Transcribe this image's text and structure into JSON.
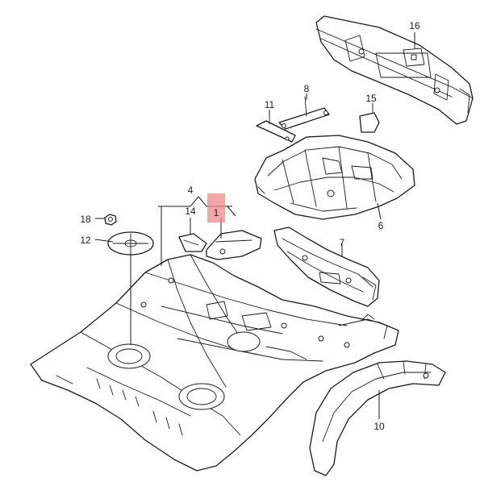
{
  "diagram": {
    "callouts": [
      {
        "id": "c1",
        "label": "1"
      },
      {
        "id": "c4",
        "label": "4"
      },
      {
        "id": "c6",
        "label": "6"
      },
      {
        "id": "c7",
        "label": "7"
      },
      {
        "id": "c8",
        "label": "8"
      },
      {
        "id": "c10",
        "label": "10"
      },
      {
        "id": "c11",
        "label": "11"
      },
      {
        "id": "c12",
        "label": "12"
      },
      {
        "id": "c14",
        "label": "14"
      },
      {
        "id": "c15",
        "label": "15"
      },
      {
        "id": "c16",
        "label": "16"
      },
      {
        "id": "c18",
        "label": "18"
      }
    ],
    "highlighted_callout": "1",
    "colors": {
      "line": "#1a1a1a",
      "highlight": "#f08a8a",
      "background": "#ffffff"
    }
  }
}
